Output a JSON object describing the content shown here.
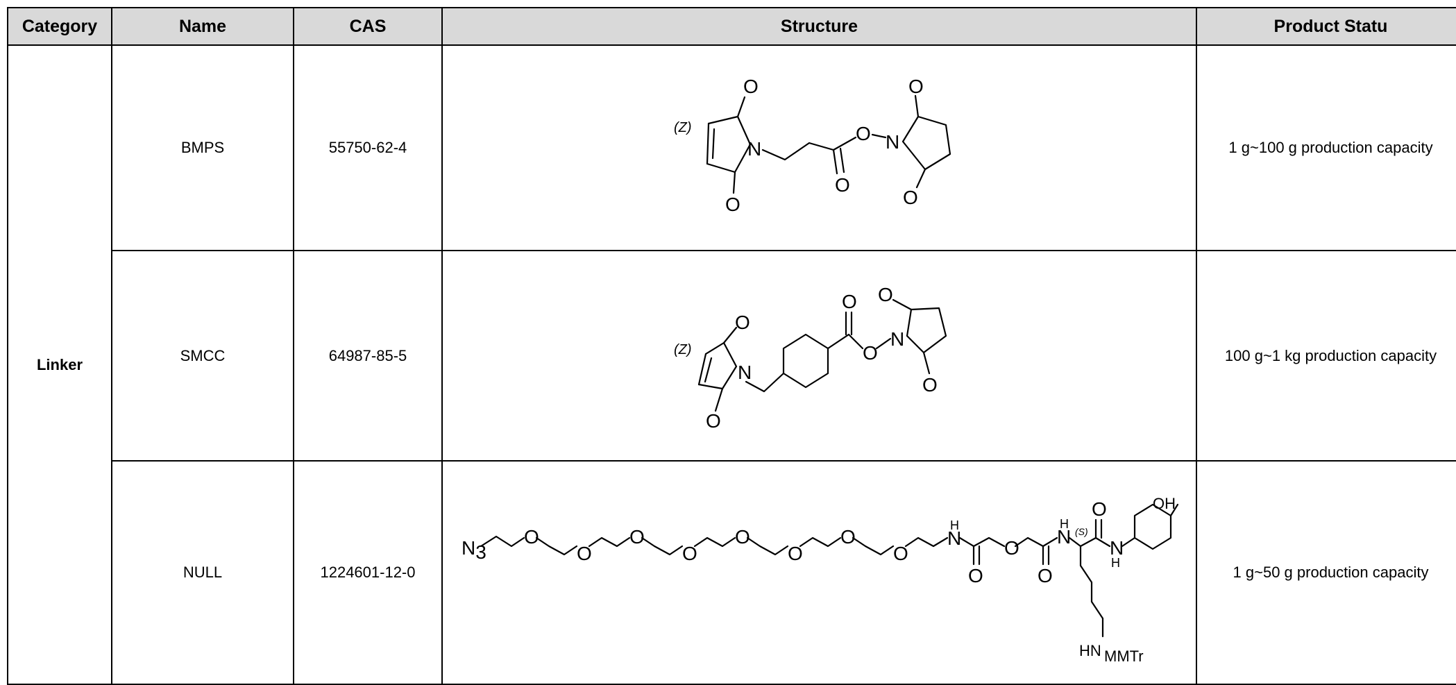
{
  "table": {
    "headers": {
      "category": "Category",
      "name": "Name",
      "cas": "CAS",
      "structure": "Structure",
      "status": "Product Statu"
    },
    "category": "Linker",
    "rows": [
      {
        "name": "BMPS",
        "cas": "55750-62-4",
        "status": "1 g~100 g production capacity"
      },
      {
        "name": "SMCC",
        "cas": "64987-85-5",
        "status": "100 g~1 kg production capacity"
      },
      {
        "name": "NULL",
        "cas": "1224601-12-0",
        "status": "1 g~50 g production capacity"
      }
    ]
  },
  "structures": {
    "stereo_z": "(Z)",
    "stereo_s": "(S)",
    "atom_o": "O",
    "atom_n": "N",
    "atom_h": "H",
    "azide": "N",
    "azide_sub": "3",
    "hydroxyl": "OH",
    "amine": "HN",
    "protecting_group": "MMTr"
  }
}
